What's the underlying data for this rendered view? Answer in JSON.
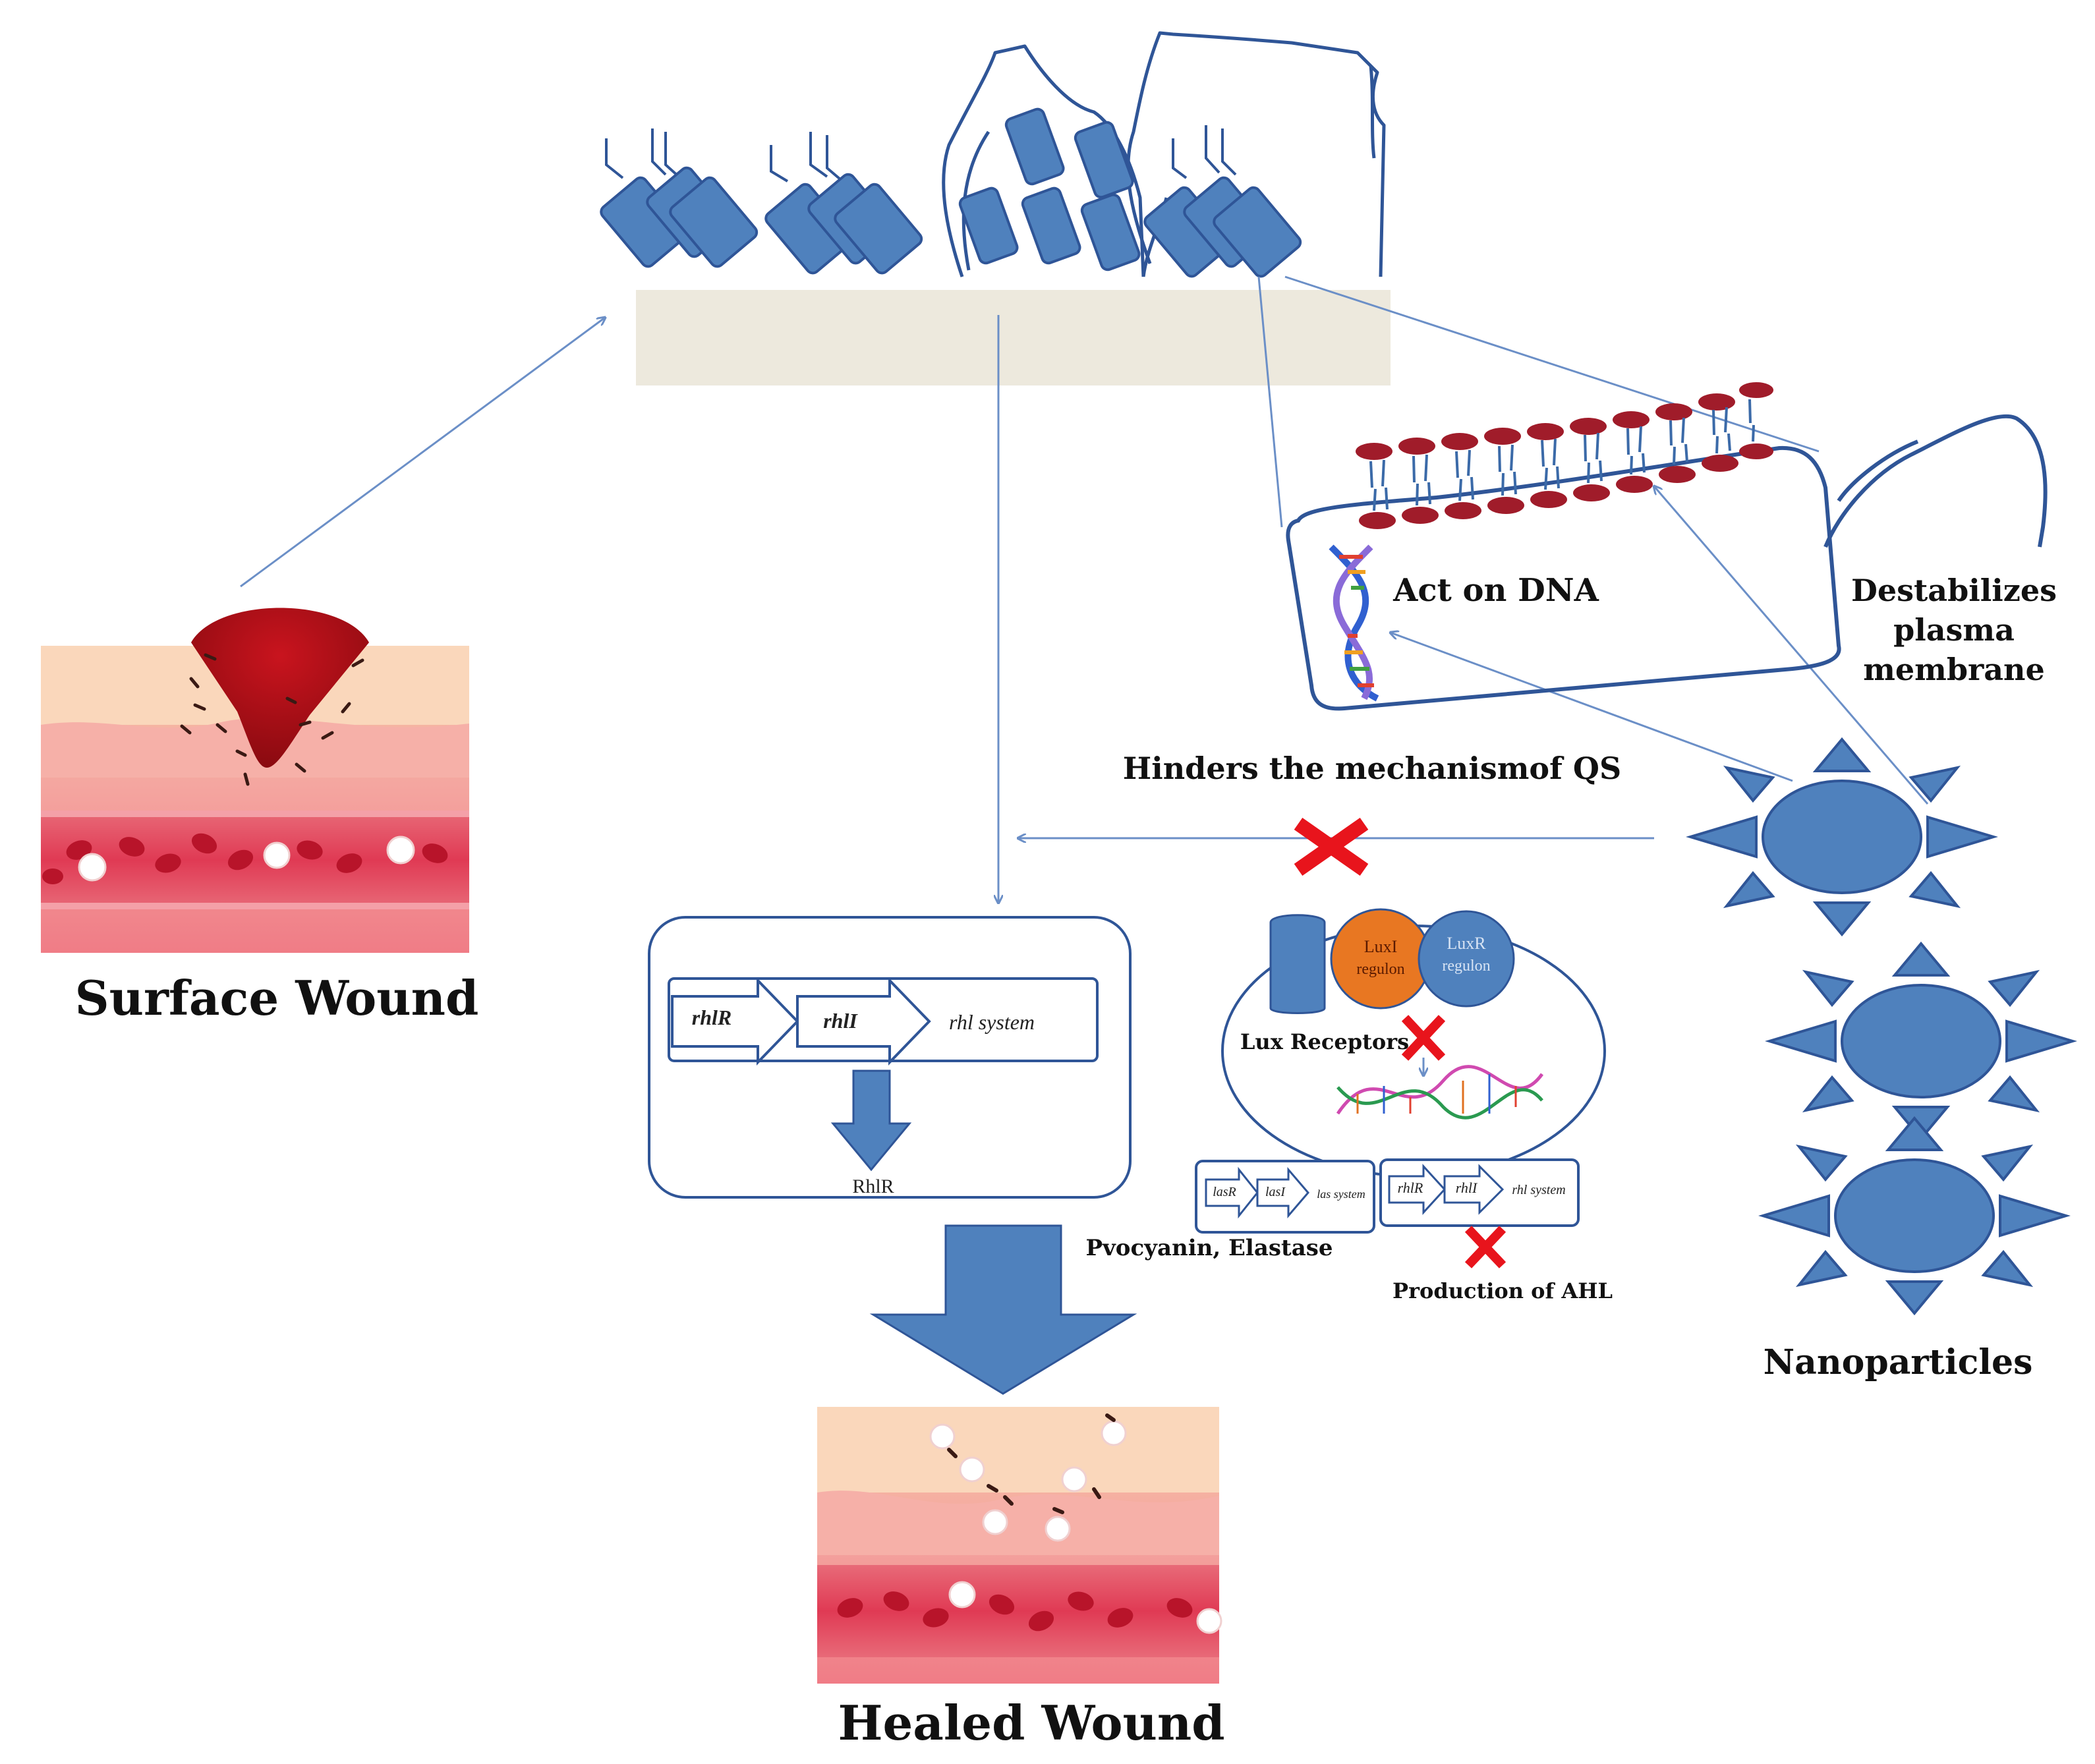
{
  "labels": {
    "surface_wound": "Surface Wound",
    "healed_wound": "Healed Wound",
    "nanoparticles": "Nanoparticles",
    "act_on_dna": "Act on DNA",
    "destabilizes_1": "Destabilizes",
    "destabilizes_2": "plasma",
    "destabilizes_3": "membrane",
    "hinders_qs": "Hinders the mechanismof QS",
    "lux_receptors": "Lux Receptors",
    "pyocyanin_elastase": "Pvocyanin, Elastase",
    "production_ahl": "Production  of AHL",
    "rhlr_output": "RhlR"
  },
  "rhl_box": {
    "gene_1": "rhlR",
    "gene_2": "rhlI",
    "system": "rhl system"
  },
  "lux_circle": {
    "luxi_1": "LuxI",
    "luxi_2": "regulon",
    "luxr_1": "LuxR",
    "luxr_2": "regulon"
  },
  "small_boxes": {
    "las_gene_1": "lasR",
    "las_gene_2": "lasI",
    "las_system": "las system",
    "rhl_gene_1": "rhlR",
    "rhl_gene_2": "rhlI",
    "rhl_system": "rhl system"
  },
  "colors": {
    "bacteria_fill": "#4f81bd",
    "bacteria_stroke": "#2f5597",
    "arrow_line": "#6b8fc7",
    "biofilm_base": "#ede9dd",
    "red_cross": "#e8141c",
    "luxi_orange": "#e87722",
    "rbc_red": "#c0182c",
    "wound_dark": "#b5121b"
  }
}
